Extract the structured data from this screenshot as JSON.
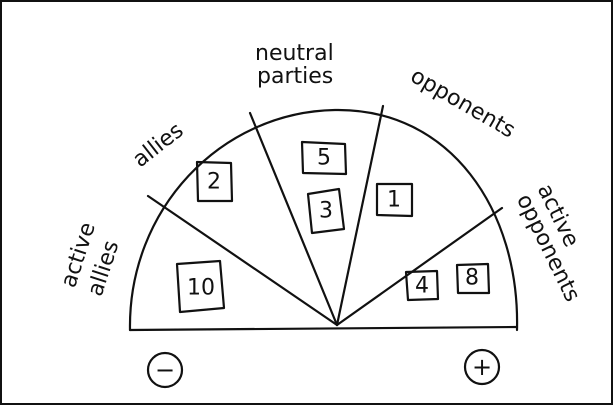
{
  "diagram": {
    "sectors": [
      {
        "label": "active allies",
        "values": [
          "10"
        ]
      },
      {
        "label": "allies",
        "values": [
          "2"
        ]
      },
      {
        "label": "neutral parties",
        "values": [
          "5",
          "3"
        ]
      },
      {
        "label": "opponents",
        "values": [
          "1"
        ]
      },
      {
        "label": "active opponents",
        "values": [
          "4",
          "8"
        ]
      }
    ],
    "labels": {
      "active_allies_1": "active",
      "active_allies_2": "allies",
      "allies": "allies",
      "neutral_1": "neutral",
      "neutral_2": "parties",
      "opponents": "opponents",
      "active_opponents_1": "active",
      "active_opponents_2": "opponents"
    },
    "boxes": {
      "b10": "10",
      "b2": "2",
      "b5": "5",
      "b3": "3",
      "b1": "1",
      "b4": "4",
      "b8": "8"
    },
    "axis": {
      "minus": "−",
      "plus": "+"
    }
  }
}
